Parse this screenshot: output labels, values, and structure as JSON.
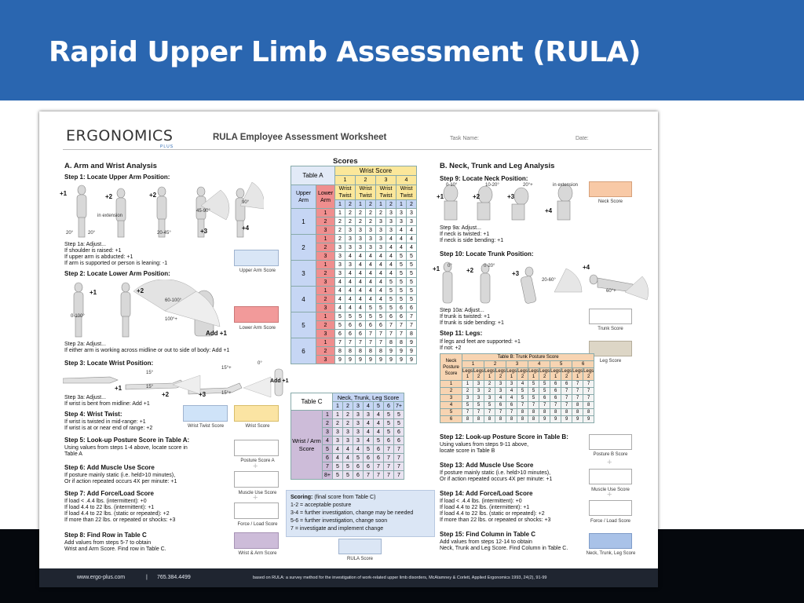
{
  "slide": {
    "title": "Rapid Upper Limb Assessment (RULA)"
  },
  "worksheet": {
    "logo": "ERGONOMICS",
    "logo_sub": "PLUS",
    "title": "RULA Employee Assessment Worksheet",
    "task_label": "Task Name:",
    "date_label": "Date:"
  },
  "sectionA": {
    "heading": "A. Arm and Wrist Analysis",
    "step1": "Step 1: Locate Upper Arm Position:",
    "step1_nums": [
      "+1",
      "+2",
      "+2",
      "+3",
      "+4"
    ],
    "step1_angles": [
      "20°",
      "20°",
      "20-45°",
      "45-90°",
      "90°",
      "in extension"
    ],
    "step1a": [
      "Step 1a: Adjust...",
      "If shoulder is raised: +1",
      "If upper arm is abducted: +1",
      "If arm is supported or person is leaning: -1"
    ],
    "upper_arm_score": "Upper Arm Score",
    "step2": "Step 2: Locate Lower Arm Position:",
    "step2_nums": [
      "+1",
      "+2"
    ],
    "step2_angles": [
      "0-100°",
      "60-100°",
      "100°+"
    ],
    "add1": "Add +1",
    "step2a": [
      "Step 2a: Adjust...",
      "If either arm is working across midline or out to side of body: Add +1"
    ],
    "lower_arm_score": "Lower Arm Score",
    "step3": "Step 3: Locate Wrist Position:",
    "step3_nums": [
      "+1",
      "+2",
      "+3"
    ],
    "step3_angles": [
      "15°",
      "15°",
      "15°+",
      "15°+",
      "0°"
    ],
    "step3_add1": "Add +1",
    "step3a": [
      "Step 3a: Adjust...",
      "If wrist is bent from midline: Add +1"
    ],
    "step4": "Step 4: Wrist Twist:",
    "step4_lines": [
      "If wrist is twisted in mid-range: +1",
      "If wrist is at or near end of range: +2"
    ],
    "wrist_twist_score": "Wrist Twist Score",
    "wrist_score": "Wrist Score",
    "step5": "Step 5: Look-up Posture Score in Table A:",
    "step5_lines": [
      "Using values from steps 1-4 above, locate score in",
      "Table A"
    ],
    "posture_score_a": "Posture Score A",
    "step6": "Step 6: Add Muscle Use Score",
    "step6_lines": [
      "If posture mainly static (i.e. held>10 minutes),",
      "Or if action repeated occurs 4X per minute: +1"
    ],
    "muscle_use_score": "Muscle Use Score",
    "step7": "Step 7: Add Force/Load Score",
    "step7_lines": [
      "If load < .4.4 lbs. (intermittent): +0",
      "If load 4.4 to 22 lbs. (intermittent): +1",
      "If load 4.4 to 22 lbs. (static or repeated): +2",
      "If more than 22 lbs. or repeated or shocks: +3"
    ],
    "force_load_score": "Force / Load Score",
    "step8": "Step 8: Find Row in Table C",
    "step8_lines": [
      "Add values from steps 5-7 to obtain",
      "Wrist and Arm Score. Find row in Table C."
    ],
    "wrist_arm_score": "Wrist & Arm Score"
  },
  "scores": {
    "heading": "Scores",
    "tableA": {
      "title": "Table A",
      "wrist_score": "Wrist Score",
      "wrist_cols": [
        "1",
        "2",
        "3",
        "4"
      ],
      "wrist_twist": "Wrist Twist",
      "upper_arm": "Upper Arm",
      "lower_arm": "Lower Arm",
      "twist_cols": [
        "1",
        "2",
        "1",
        "2",
        "1",
        "2",
        "1",
        "2"
      ],
      "upper_arms": [
        "1",
        "2",
        "3",
        "4",
        "5",
        "6"
      ],
      "lower_arms": [
        "1",
        "2",
        "3"
      ],
      "rows": [
        [
          "1",
          "2",
          "2",
          "2",
          "2",
          "3",
          "3",
          "3"
        ],
        [
          "2",
          "2",
          "2",
          "2",
          "3",
          "3",
          "3",
          "3"
        ],
        [
          "2",
          "3",
          "3",
          "3",
          "3",
          "3",
          "4",
          "4"
        ],
        [
          "2",
          "3",
          "3",
          "3",
          "3",
          "4",
          "4",
          "4"
        ],
        [
          "3",
          "3",
          "3",
          "3",
          "3",
          "4",
          "4",
          "4"
        ],
        [
          "3",
          "4",
          "4",
          "4",
          "4",
          "4",
          "5",
          "5"
        ],
        [
          "3",
          "3",
          "4",
          "4",
          "4",
          "4",
          "5",
          "5"
        ],
        [
          "3",
          "4",
          "4",
          "4",
          "4",
          "4",
          "5",
          "5"
        ],
        [
          "4",
          "4",
          "4",
          "4",
          "4",
          "5",
          "5",
          "5"
        ],
        [
          "4",
          "4",
          "4",
          "4",
          "4",
          "5",
          "5",
          "5"
        ],
        [
          "4",
          "4",
          "4",
          "4",
          "4",
          "5",
          "5",
          "5"
        ],
        [
          "4",
          "4",
          "4",
          "5",
          "5",
          "5",
          "6",
          "6"
        ],
        [
          "5",
          "5",
          "5",
          "5",
          "5",
          "6",
          "6",
          "7"
        ],
        [
          "5",
          "6",
          "6",
          "6",
          "6",
          "7",
          "7",
          "7"
        ],
        [
          "6",
          "6",
          "6",
          "7",
          "7",
          "7",
          "7",
          "8"
        ],
        [
          "7",
          "7",
          "7",
          "7",
          "7",
          "8",
          "8",
          "9"
        ],
        [
          "8",
          "8",
          "8",
          "8",
          "8",
          "9",
          "9",
          "9"
        ],
        [
          "9",
          "9",
          "9",
          "9",
          "9",
          "9",
          "9",
          "9"
        ]
      ]
    },
    "tableC": {
      "title": "Table C",
      "col_header": "Neck, Trunk, Leg Score",
      "cols": [
        "1",
        "2",
        "3",
        "4",
        "5",
        "6",
        "7+"
      ],
      "row_header": "Wrist / Arm Score",
      "row_labels": [
        "1",
        "2",
        "3",
        "4",
        "5",
        "6",
        "7",
        "8+"
      ],
      "rows": [
        [
          "1",
          "2",
          "3",
          "3",
          "4",
          "5",
          "5"
        ],
        [
          "2",
          "2",
          "3",
          "4",
          "4",
          "5",
          "5"
        ],
        [
          "3",
          "3",
          "3",
          "4",
          "4",
          "5",
          "6"
        ],
        [
          "3",
          "3",
          "3",
          "4",
          "5",
          "6",
          "6"
        ],
        [
          "4",
          "4",
          "4",
          "5",
          "6",
          "7",
          "7"
        ],
        [
          "4",
          "4",
          "5",
          "6",
          "6",
          "7",
          "7"
        ],
        [
          "5",
          "5",
          "6",
          "6",
          "7",
          "7",
          "7"
        ],
        [
          "5",
          "5",
          "6",
          "7",
          "7",
          "7",
          "7"
        ]
      ]
    },
    "scoring": {
      "title": "Scoring:",
      "title_note": "(final score from Table C)",
      "lines": [
        "1-2 = acceptable posture",
        "3-4 = further investigation, change may be needed",
        "5-6 = further investigation, change soon",
        "7 = investigate and implement change"
      ]
    },
    "rula_score": "RULA Score"
  },
  "sectionB": {
    "heading": "B. Neck, Trunk and Leg Analysis",
    "step9": "Step 9: Locate Neck Position:",
    "step9_nums": [
      "+1",
      "+2",
      "+3",
      "+4"
    ],
    "step9_angles": [
      "0-10°",
      "10-20°",
      "20°+",
      "in extension"
    ],
    "neck_score": "Neck Score",
    "step9a": [
      "Step 9a: Adjust...",
      "If neck is twisted: +1",
      "If neck is side bending: +1"
    ],
    "step10": "Step 10: Locate Trunk Position:",
    "step10_nums": [
      "+1",
      "+2",
      "+3",
      "+4"
    ],
    "step10_angles": [
      "0°",
      "0-20°",
      "20-60°",
      "60°+"
    ],
    "step10a": [
      "Step 10a: Adjust...",
      "If trunk is twisted: +1",
      "If trunk is side bending: +1"
    ],
    "trunk_score": "Trunk Score",
    "step11": "Step 11: Legs:",
    "step11_lines": [
      "If legs and feet are supported: +1",
      "If not: +2"
    ],
    "leg_score": "Leg Score",
    "tableB": {
      "title": "Table B: Trunk Posture Score",
      "neck_label": "Neck Posture Score",
      "trunk_cols": [
        "1",
        "2",
        "3",
        "4",
        "5",
        "6"
      ],
      "legs_label": "Legs",
      "legs_cols": [
        "1",
        "2",
        "1",
        "2",
        "1",
        "2",
        "1",
        "2",
        "1",
        "2",
        "1",
        "2"
      ],
      "row_labels": [
        "1",
        "2",
        "3",
        "4",
        "5",
        "6"
      ],
      "rows": [
        [
          "1",
          "3",
          "2",
          "3",
          "3",
          "4",
          "5",
          "5",
          "6",
          "6",
          "7",
          "7"
        ],
        [
          "2",
          "3",
          "2",
          "3",
          "4",
          "5",
          "5",
          "5",
          "6",
          "7",
          "7",
          "7"
        ],
        [
          "3",
          "3",
          "3",
          "4",
          "4",
          "5",
          "5",
          "6",
          "6",
          "7",
          "7",
          "7"
        ],
        [
          "5",
          "5",
          "5",
          "6",
          "6",
          "7",
          "7",
          "7",
          "7",
          "7",
          "8",
          "8"
        ],
        [
          "7",
          "7",
          "7",
          "7",
          "7",
          "8",
          "8",
          "8",
          "8",
          "8",
          "8",
          "8"
        ],
        [
          "8",
          "8",
          "8",
          "8",
          "8",
          "8",
          "8",
          "9",
          "9",
          "9",
          "9",
          "9"
        ]
      ]
    },
    "step12": "Step 12: Look-up Posture Score in Table B:",
    "step12_lines": [
      "Using values from steps 9-11 above,",
      "locate score in Table B"
    ],
    "posture_b_score": "Posture B Score",
    "step13": "Step 13: Add Muscle Use Score",
    "step13_lines": [
      "If posture mainly static (i.e. held>10 minutes),",
      "Or if action repeated occurs 4X per minute: +1"
    ],
    "muscle_use_score": "Muscle Use Score",
    "step14": "Step 14: Add Force/Load Score",
    "step14_lines": [
      "If load < .4.4 lbs. (intermittent): +0",
      "If load 4.4 to 22 lbs. (intermittent): +1",
      "If load 4.4 to 22 lbs. (static or repeated): +2",
      "If more than 22 lbs. or repeated or shocks: +3"
    ],
    "force_load_score": "Force / Load Score",
    "step15": "Step 15: Find Column in Table C",
    "step15_lines": [
      "Add values from steps 12-14 to obtain",
      "Neck, Trunk and Leg Score. Find Column in Table C."
    ],
    "ntl_score": "Neck, Trunk, Leg Score"
  },
  "footer": {
    "site": "www.ergo-plus.com",
    "sep": "|",
    "phone": "765.384.4499",
    "citation": "based on RULA: a survey method for the investigation of work-related upper limb disorders, McAtamney & Corlett, Applied Ergonomics 1993, 24(2), 91-99"
  },
  "colors": {
    "banner": "#2a66b0",
    "upper_arm_box": "#d9e6f6",
    "lower_arm_box": "#f29a9a",
    "wrist_twist_box": "#cfe3f8",
    "wrist_score_box": "#fbe4a3",
    "wrist_arm_box": "#cdbcd9",
    "neck_box": "#f8c9a6",
    "leg_box": "#ddd6c6",
    "ntl_box": "#a9c2e8",
    "scoring_box": "#dbe6f5"
  }
}
